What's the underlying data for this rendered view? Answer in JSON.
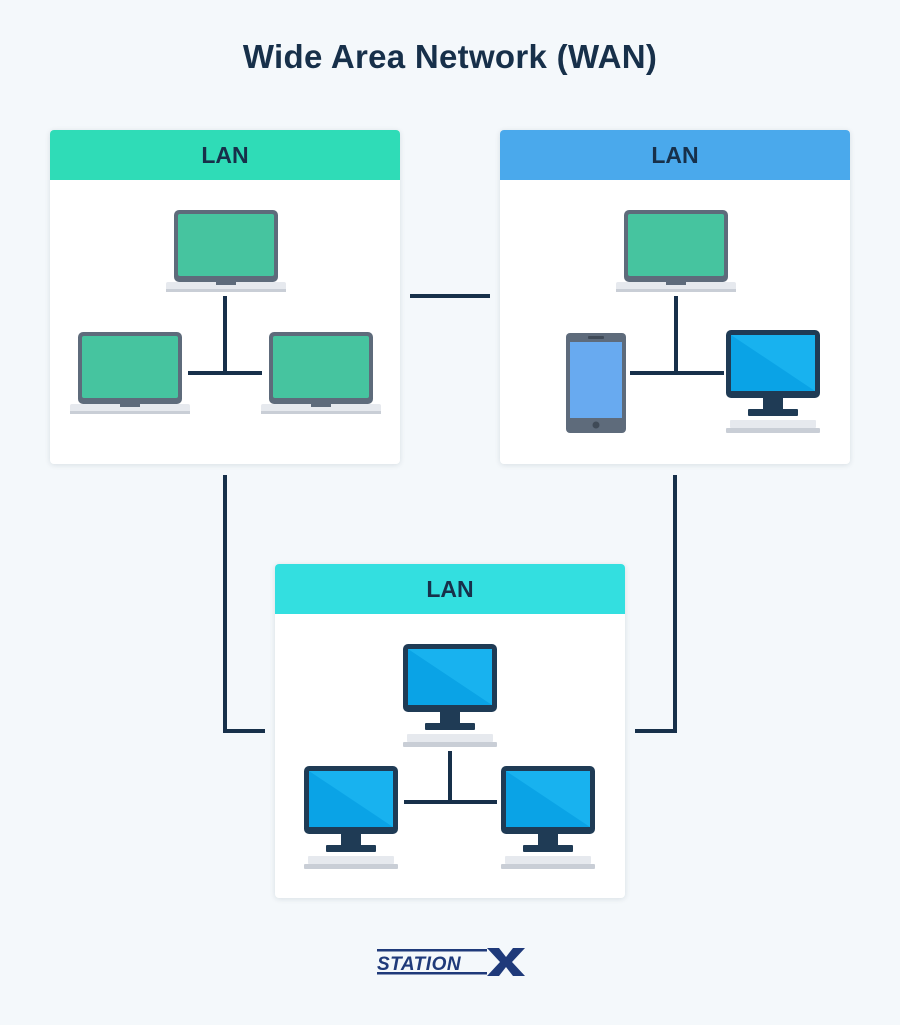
{
  "diagram": {
    "title": "Wide Area Network (WAN)",
    "lans": [
      {
        "label": "LAN",
        "header_color": "#2fdcb7",
        "devices": [
          "laptop",
          "laptop",
          "laptop"
        ]
      },
      {
        "label": "LAN",
        "header_color": "#4aa9ec",
        "devices": [
          "laptop",
          "smartphone",
          "desktop"
        ]
      },
      {
        "label": "LAN",
        "header_color": "#33dfe0",
        "devices": [
          "desktop",
          "desktop",
          "desktop"
        ]
      }
    ],
    "connections": [
      {
        "from": "lan-a",
        "to": "lan-b"
      },
      {
        "from": "lan-a",
        "to": "lan-c"
      },
      {
        "from": "lan-b",
        "to": "lan-c"
      }
    ],
    "logo_text": "STATIONX",
    "colors": {
      "line": "#17304a",
      "laptop_screen": "#46c49f",
      "monitor_screen": "#0aa3e6",
      "phone_screen": "#68aaf0",
      "background": "#f4f8fb"
    }
  }
}
